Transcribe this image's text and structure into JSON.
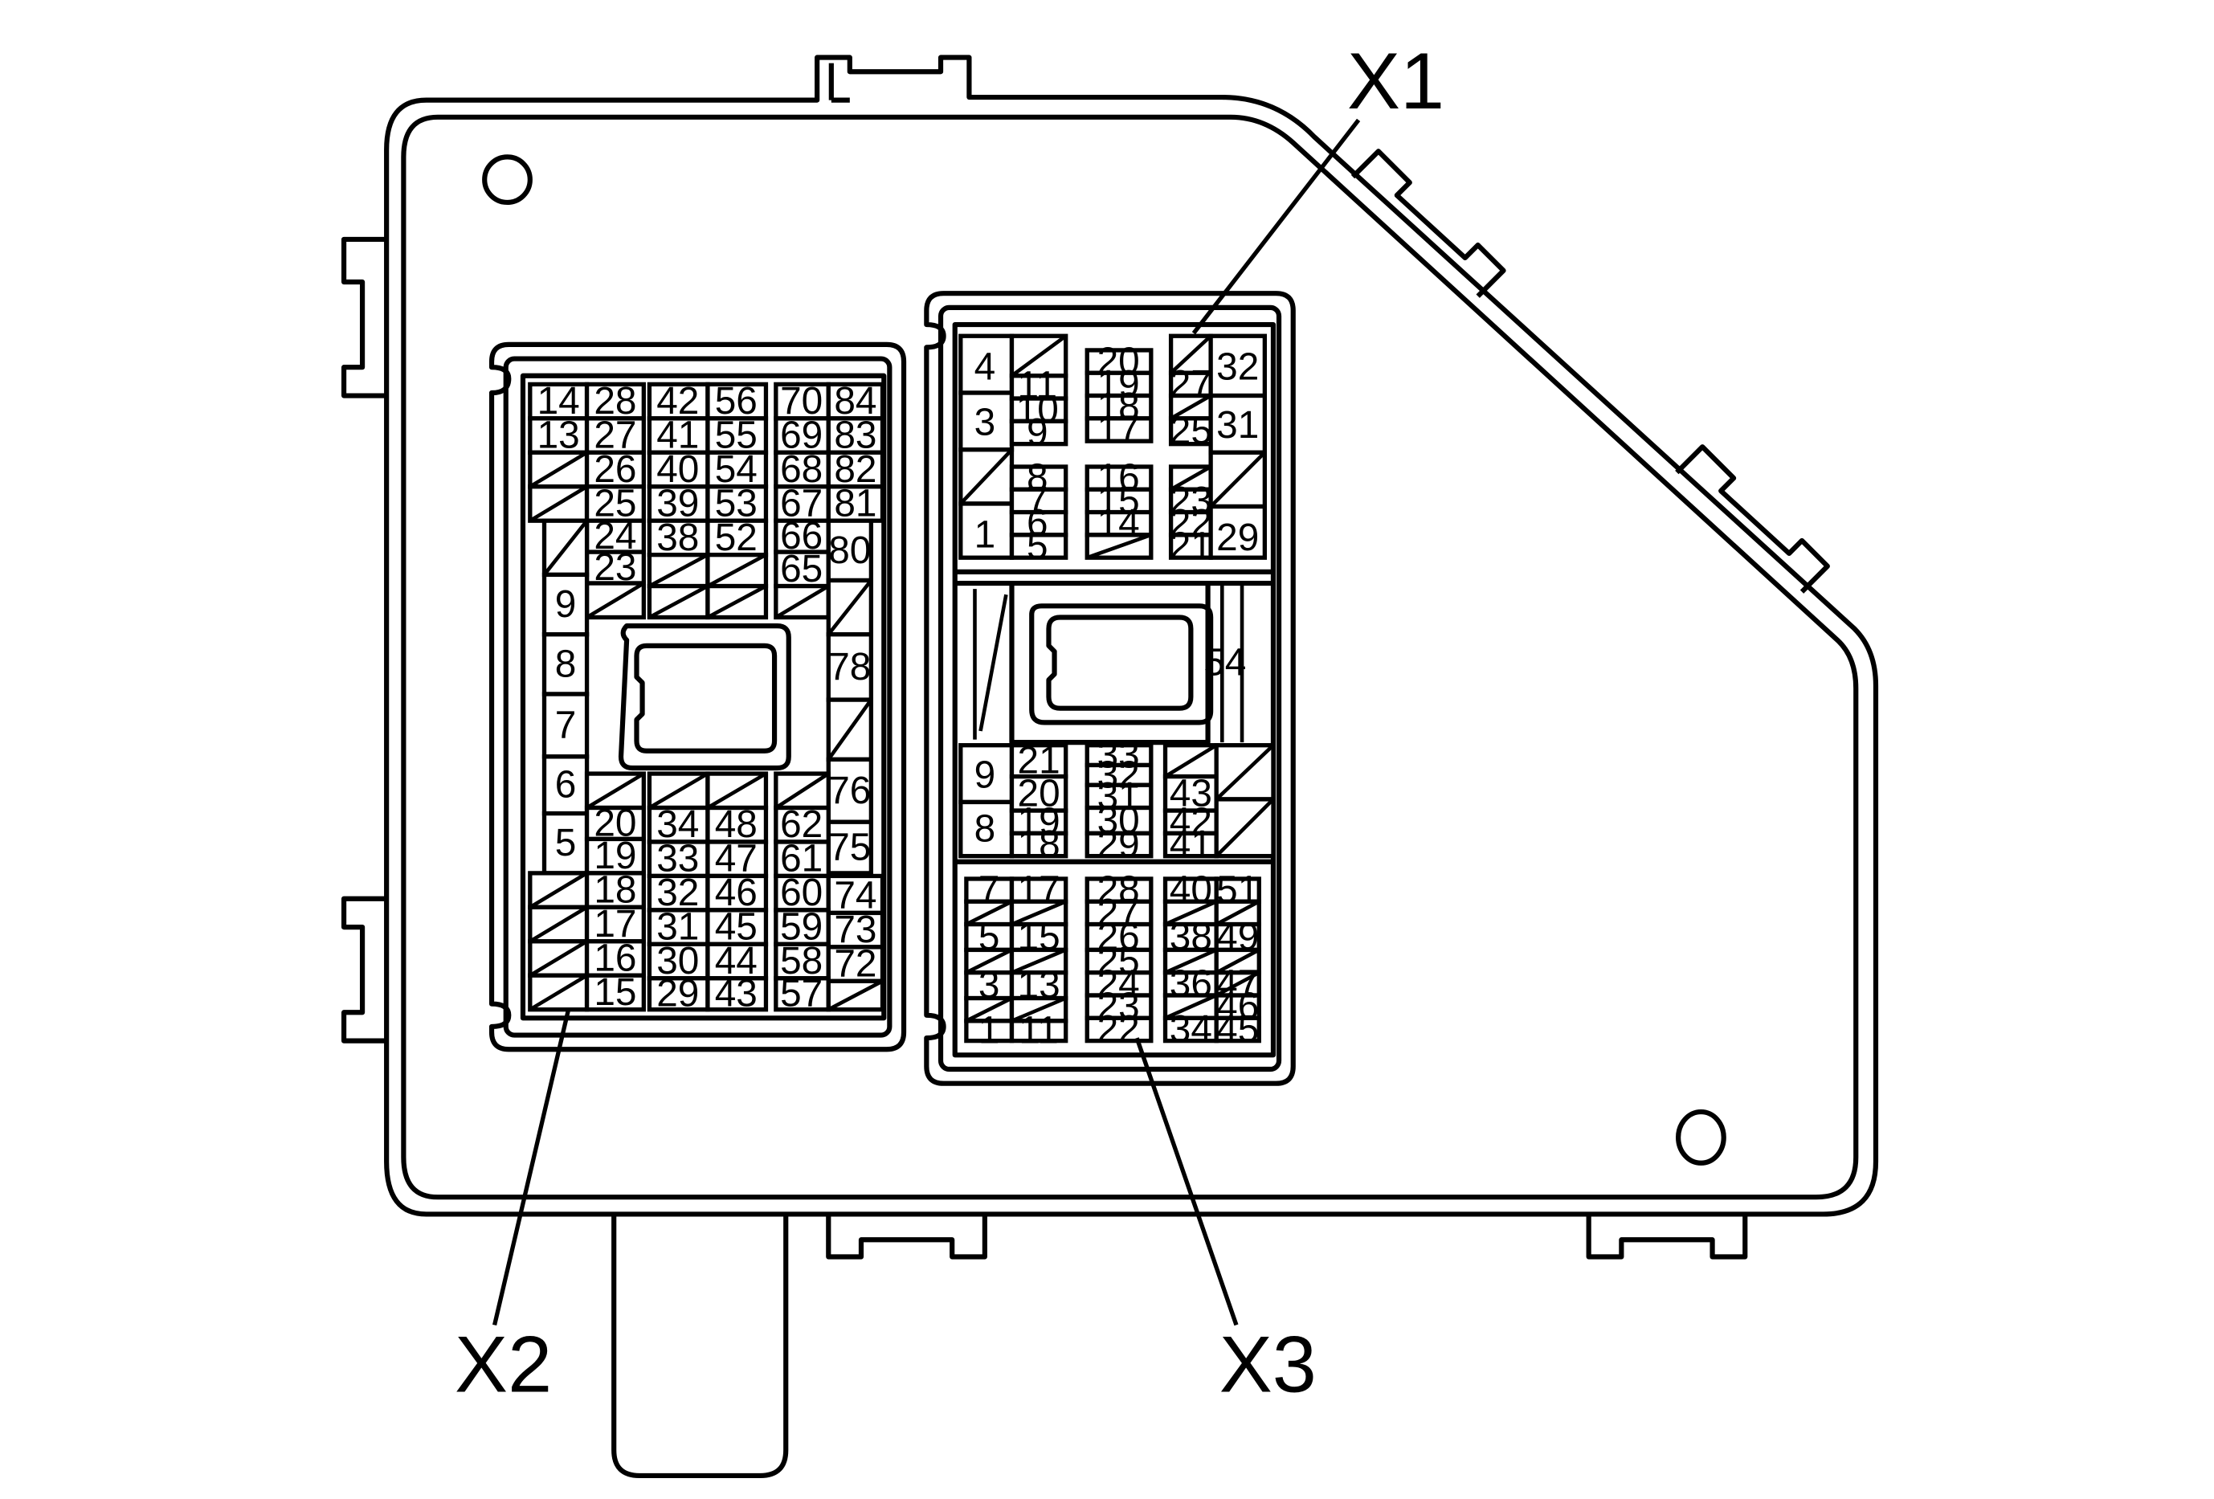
{
  "connectors": {
    "x1": {
      "label": "X1",
      "pins": [
        "4",
        "3",
        "1",
        "11",
        "10",
        "9",
        "8",
        "7",
        "6",
        "5",
        "20",
        "19",
        "18",
        "17",
        "16",
        "15",
        "14",
        "27",
        "25",
        "23",
        "22",
        "21",
        "32",
        "31",
        "29"
      ]
    },
    "x2": {
      "label": "X2",
      "pins": [
        "14",
        "28",
        "13",
        "27",
        "26",
        "25",
        "24",
        "23",
        "9",
        "8",
        "7",
        "6",
        "5",
        "20",
        "19",
        "18",
        "17",
        "16",
        "15",
        "42",
        "56",
        "41",
        "55",
        "40",
        "54",
        "39",
        "53",
        "38",
        "52",
        "34",
        "48",
        "33",
        "47",
        "32",
        "46",
        "31",
        "45",
        "30",
        "44",
        "29",
        "43",
        "70",
        "84",
        "69",
        "83",
        "68",
        "82",
        "67",
        "81",
        "66",
        "65",
        "80",
        "78",
        "76",
        "62",
        "61",
        "75",
        "60",
        "74",
        "59",
        "73",
        "58",
        "72",
        "57"
      ]
    },
    "x3": {
      "label": "X3",
      "pins": [
        "54",
        "9",
        "8",
        "21",
        "20",
        "19",
        "18",
        "33",
        "32",
        "31",
        "30",
        "29",
        "43",
        "42",
        "41",
        "7",
        "17",
        "5",
        "15",
        "3",
        "13",
        "1",
        "11",
        "28",
        "27",
        "26",
        "25",
        "24",
        "23",
        "22",
        "40",
        "51",
        "38",
        "49",
        "36",
        "47",
        "46",
        "34",
        "45"
      ]
    }
  },
  "style": {
    "line_color": "#000000",
    "background": "#ffffff"
  }
}
